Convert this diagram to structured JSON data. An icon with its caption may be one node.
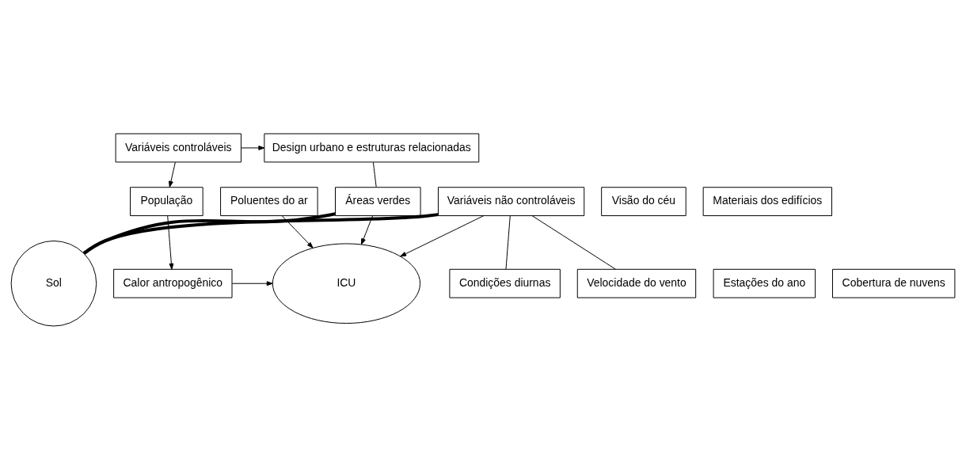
{
  "diagram": {
    "nodes": [
      {
        "text": [
          "Design urbano e estruturas relacionadas"
        ]
      },
      {
        "text": [
          "Variáveis controláveis"
        ]
      },
      {
        "text": [
          "Visão do céu"
        ]
      },
      {
        "text": [
          "Áreas verdes"
        ]
      },
      {
        "text": [
          "Materiais dos edifícios"
        ]
      },
      {
        "text": [
          "População"
        ]
      },
      {
        "text": [
          "Sol"
        ]
      },
      {
        "text": [
          "ICU"
        ]
      },
      {
        "text": [
          "Calor antropogênico"
        ]
      },
      {
        "text": [
          "Poluentes do ar"
        ]
      },
      {
        "text": [
          "Variáveis não controláveis"
        ]
      },
      {
        "text": [
          "Estações do ano"
        ]
      },
      {
        "text": [
          "Condições diurnas"
        ]
      },
      {
        "text": [
          "Velocidade do vento"
        ]
      },
      {
        "text": [
          "Cobertura de nuvens"
        ]
      }
    ],
    "edges": [
      {
        "from": 1,
        "to": 0,
        "arrow": "to"
      },
      {
        "from": 1,
        "to": 5,
        "arrow": "to"
      },
      {
        "from": 0,
        "to": 3,
        "arrow": "none"
      },
      {
        "from": 5,
        "to": 8,
        "arrow": "to"
      },
      {
        "from": 3,
        "to": 7,
        "arrow": "to"
      },
      {
        "from": 6,
        "to": 3,
        "arrow": "none",
        "style": "thick"
      },
      {
        "from": 8,
        "to": 7,
        "arrow": "to"
      },
      {
        "from": 9,
        "to": 7,
        "arrow": "to"
      },
      {
        "from": 6,
        "to": 10,
        "arrow": "none",
        "style": "thick"
      },
      {
        "from": 10,
        "to": 7,
        "arrow": "to"
      },
      {
        "from": 10,
        "to": 12,
        "arrow": "none"
      },
      {
        "from": 10,
        "to": 13,
        "arrow": "none"
      }
    ]
  }
}
